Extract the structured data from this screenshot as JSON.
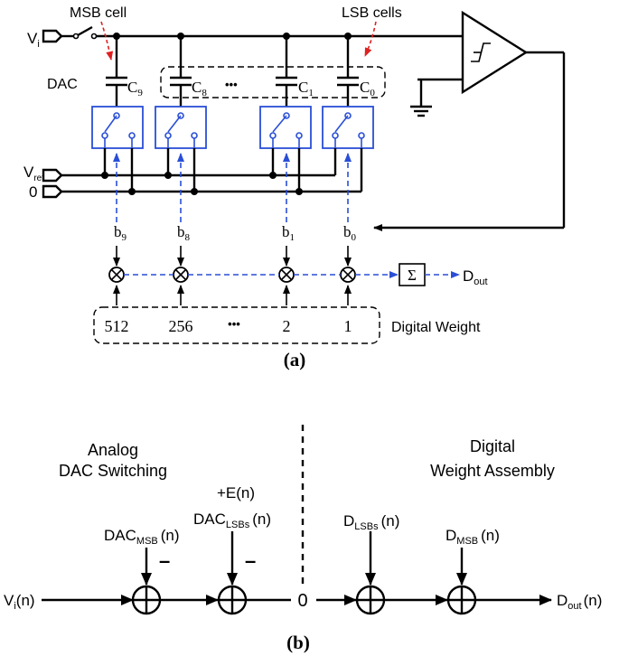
{
  "part_a": {
    "vi": {
      "main": "V",
      "sub": "i"
    },
    "vref": {
      "main": "V",
      "sub": "ref"
    },
    "zero_rail": "0",
    "msb_cell_label": "MSB cell",
    "lsb_cells_label": "LSB cells",
    "dac_label": "DAC",
    "capacitors": [
      {
        "main": "C",
        "sub": "9"
      },
      {
        "main": "C",
        "sub": "8"
      },
      {
        "main": "C",
        "sub": "1"
      },
      {
        "main": "C",
        "sub": "0"
      }
    ],
    "ellipsis": "•••",
    "bits": [
      {
        "main": "b",
        "sub": "9"
      },
      {
        "main": "b",
        "sub": "8"
      },
      {
        "main": "b",
        "sub": "1"
      },
      {
        "main": "b",
        "sub": "0"
      }
    ],
    "weights": [
      "512",
      "256",
      "•••",
      "2",
      "1"
    ],
    "digital_weight_label": "Digital Weight",
    "sum_symbol": "Σ",
    "dout": {
      "main": "D",
      "sub": "out"
    },
    "caption": "(a)"
  },
  "part_b": {
    "left_title": [
      "Analog",
      "DAC Switching"
    ],
    "right_title": [
      "Digital",
      "Weight Assembly"
    ],
    "dac_msb": {
      "main": "DAC",
      "sub": "MSB",
      "tail": "(n)"
    },
    "error_term": "+E(n)",
    "dac_lsbs": {
      "main": "DAC",
      "sub": "LSBs",
      "tail": "(n)"
    },
    "d_lsbs": {
      "main": "D",
      "sub": "LSBs",
      "tail": "(n)"
    },
    "d_msb": {
      "main": "D",
      "sub": "MSB",
      "tail": "(n)"
    },
    "minus_sign": "–",
    "input": {
      "main": "V",
      "sub": "i",
      "tail": "(n)"
    },
    "center_zero": "0",
    "output": {
      "main": "D",
      "sub": "out",
      "tail": "(n)"
    },
    "caption": "(b)"
  },
  "colors": {
    "wire": "#000000",
    "digital_path": "#2a4fd6",
    "annotation_arrow": "#e02020",
    "background": "#ffffff"
  }
}
